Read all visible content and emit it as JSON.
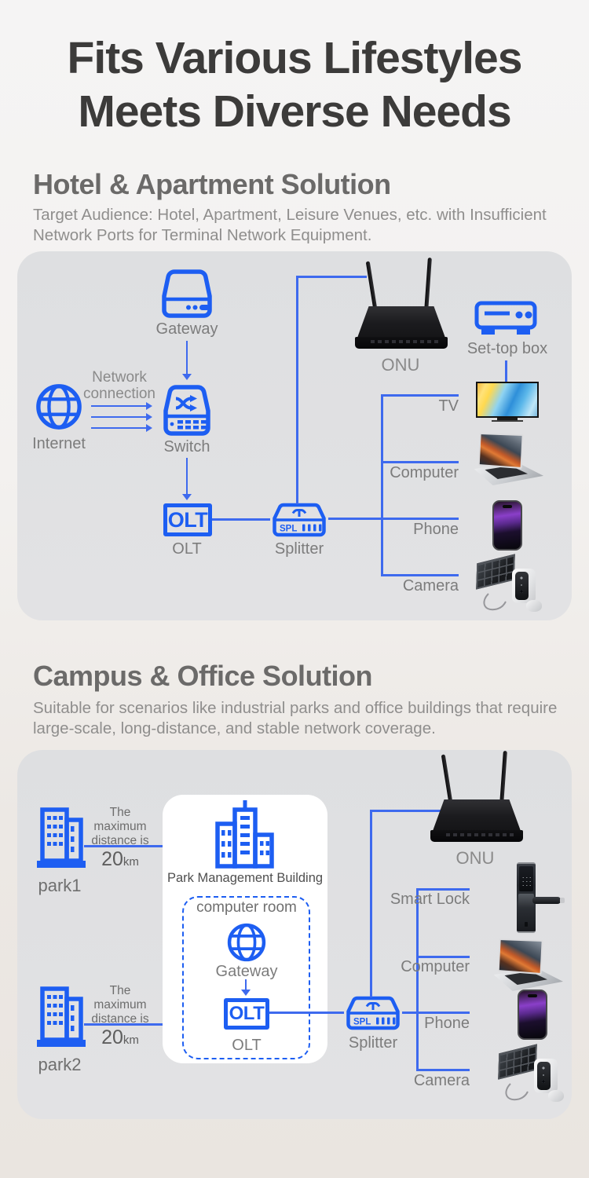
{
  "title": {
    "line1": "Fits Various Lifestyles",
    "line2": "Meets Diverse Needs"
  },
  "sections": {
    "hotel": {
      "heading": "Hotel & Apartment Solution",
      "description": "Target Audience: Hotel, Apartment, Leisure Venues, etc. with Insufficient Network Ports for Terminal Network Equipment."
    },
    "campus": {
      "heading": "Campus & Office Solution",
      "description": "Suitable for scenarios like industrial parks and office buildings that require large-scale, long-distance, and stable network coverage."
    }
  },
  "diagram1": {
    "gateway_label": "Gateway",
    "internet_label": "Internet",
    "connection_label_line1": "Network",
    "connection_label_line2": "connection",
    "switch_label": "Switch",
    "olt_icon_text": "OLT",
    "olt_label": "OLT",
    "splitter_icon_text": "SPL",
    "splitter_label": "Splitter",
    "onu_label": "ONU",
    "settop_label": "Set-top box",
    "tv_label": "TV",
    "computer_label": "Computer",
    "phone_label": "Phone",
    "camera_label": "Camera"
  },
  "diagram2": {
    "park1_label": "park1",
    "park2_label": "park2",
    "distance_note_line1": "The maximum",
    "distance_note_line2": "distance is",
    "distance_value": "20",
    "distance_unit": "km",
    "building_label": "Park Management Building",
    "computer_room_label": "computer room",
    "gateway_label": "Gateway",
    "olt_icon_text": "OLT",
    "olt_label": "OLT",
    "splitter_icon_text": "SPL",
    "splitter_label": "Splitter",
    "onu_label": "ONU",
    "smartlock_label": "Smart Lock",
    "computer_label": "Computer",
    "phone_label": "Phone",
    "camera_label": "Camera"
  },
  "colors": {
    "accent_blue": "#1d5ef2",
    "line_blue": "#3e6aee",
    "panel_bg": "#dfe0e2",
    "title_color": "#3c3b3a",
    "heading_color": "#6b6a69",
    "body_text_color": "#8f8e8d",
    "diagram_label_color": "#7c7c7c",
    "page_bg_top": "#f5f4f4",
    "page_bg_bottom": "#eae5e0"
  }
}
